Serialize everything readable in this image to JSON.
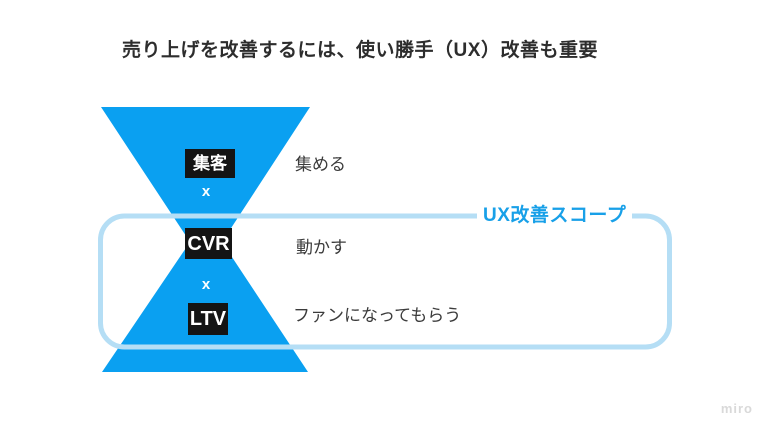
{
  "title": "売り上げを改善するには、使い勝手（UX）改善も重要",
  "funnel": {
    "stages": [
      {
        "tag": "集客",
        "description": "集める"
      },
      {
        "tag": "CVR",
        "description": "動かす"
      },
      {
        "tag": "LTV",
        "description": "ファンになってもらう"
      }
    ],
    "multiply_symbol": "x"
  },
  "scope": {
    "label": "UX改善スコープ"
  },
  "watermark": "miro",
  "colors": {
    "funnel-blue": "#0aa0f1",
    "scope-border": "#b5def5",
    "scope-label": "#18a0e8",
    "tag-bg": "#141414",
    "tag-text": "#ffffff",
    "title-text": "#2d2d2d",
    "body-text": "#3b3b3b",
    "watermark-text": "#d9d9d9"
  }
}
